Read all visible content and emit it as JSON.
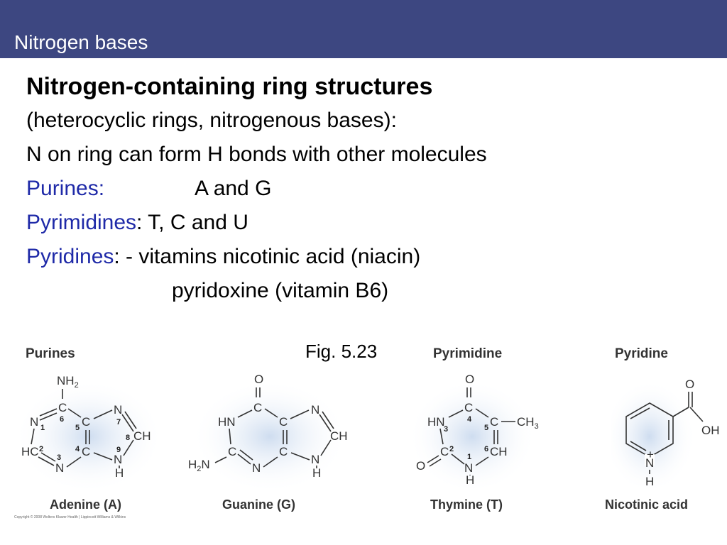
{
  "slide": {
    "title": "Nitrogen bases"
  },
  "content": {
    "heading": "Nitrogen-containing ring structures",
    "line2": "(heterocyclic rings, nitrogenous bases):",
    "line3": "N on ring can form H bonds with other molecules",
    "purines_label": "Purines:",
    "purines_value": "A and G",
    "pyrimidines_label": "Pyrimidines",
    "pyrimidines_value": ":  T, C and U",
    "pyridines_label": "Pyridines",
    "pyridines_value": ": - vitamins nicotinic acid (niacin)",
    "pyridines_value2": "pyridoxine (vitamin B6)"
  },
  "figure": {
    "label": "Fig. 5.23",
    "section_purines": "Purines",
    "section_pyrimidine": "Pyrimidine",
    "section_pyridine": "Pyridine",
    "names": {
      "adenine": "Adenine (A)",
      "guanine": "Guanine (G)",
      "thymine": "Thymine (T)",
      "nicotinic": "Nicotinic acid"
    },
    "atoms": {
      "nh2": "NH",
      "sub2": "2",
      "n": "N",
      "c": "C",
      "h": "H",
      "hc": "HC",
      "ch": "CH",
      "hn": "HN",
      "h2n": "H",
      "o": "O",
      "ch3": "CH",
      "sub3": "3",
      "oh": "OH",
      "plus": "+"
    },
    "nums": {
      "n1": "1",
      "n2": "2",
      "n3": "3",
      "n4": "4",
      "n5": "5",
      "n6": "6",
      "n7": "7",
      "n8": "8",
      "n9": "9"
    },
    "copyright": "Copyright © 2008 Wolters Kluwer Health | Lippincott Williams & Wilkins"
  },
  "colors": {
    "title_bar": "#3d4781",
    "accent_text": "#1f2aa8",
    "glow": "#c9d9ee"
  }
}
